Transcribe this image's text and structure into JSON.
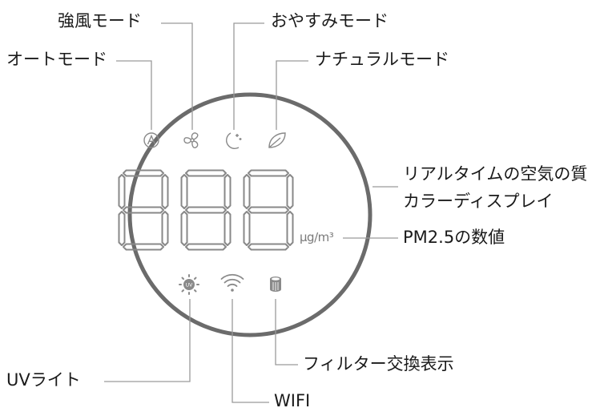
{
  "colors": {
    "ring": "#6b6b6b",
    "segment": "#888888",
    "leader": "#9a9a9a",
    "icon": "#8a8a8a",
    "text": "#1a1a1a"
  },
  "display": {
    "digits": "888",
    "unit": "μg/m³"
  },
  "icons": {
    "top": [
      "auto-mode-icon",
      "fan-icon",
      "moon-stars-icon",
      "leaf-icon"
    ],
    "bottom": [
      "uv-sun-icon",
      "wifi-icon",
      "filter-cylinder-icon"
    ]
  },
  "labels": {
    "strong_mode": "強風モード",
    "sleep_mode": "おやすみモード",
    "auto_mode": "オートモード",
    "natural_mode": "ナチュラルモード",
    "air_quality_line1": "リアルタイムの空気の質",
    "air_quality_line2": "カラーディスプレイ",
    "pm25": "PM2.5の数値",
    "uv_light": "UVライト",
    "filter_change": "フィルター交換表示",
    "wifi": "WIFI"
  }
}
